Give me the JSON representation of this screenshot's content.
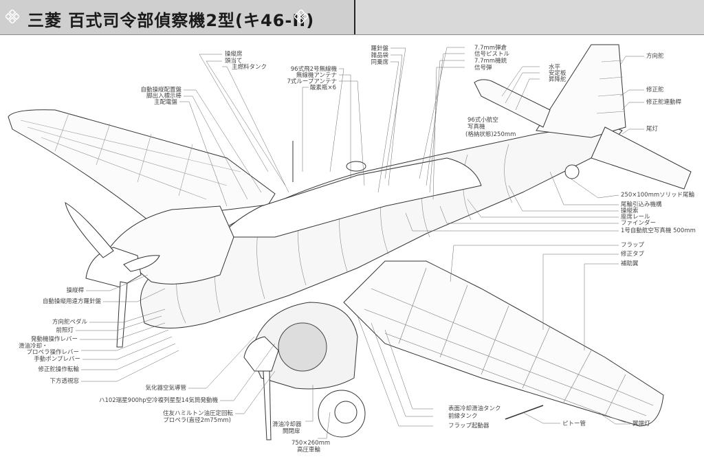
{
  "header": {
    "title": "三菱 百式司令部偵察機2型(キ46-II)",
    "left_ornament": "diamond-cluster",
    "right_ornament": "diamond-cluster"
  },
  "labels": {
    "top": [
      {
        "text": "操縦席"
      },
      {
        "text": "頭当て"
      },
      {
        "text": "主燃料タンク"
      },
      {
        "text": "自動操縦配置盤"
      },
      {
        "text": "脚出入標示棒"
      },
      {
        "text": "主配電盤"
      },
      {
        "text": "羅針盤"
      },
      {
        "text": "雑品袋"
      },
      {
        "text": "同乗席"
      },
      {
        "text": "96式飛2号無線機"
      },
      {
        "text": "無線機アンテナ"
      },
      {
        "text": "7式ループアンテナ"
      },
      {
        "text": "酸素瓶×6"
      },
      {
        "text": "7.7mm弾倉"
      },
      {
        "text": "信号ピストル"
      },
      {
        "text": "7.7mm機銃"
      },
      {
        "text": "信号弾"
      },
      {
        "text": "水平"
      },
      {
        "text": "安定板"
      },
      {
        "text": "昇降舵"
      },
      {
        "text": "96式小航空"
      },
      {
        "text": "写真機"
      },
      {
        "text": "(格納状態)250mm"
      }
    ],
    "right": [
      {
        "text": "方向舵"
      },
      {
        "text": "修正舵"
      },
      {
        "text": "修正舵連動桿"
      },
      {
        "text": "尾灯"
      },
      {
        "text": "250×100mmソリッド尾輪"
      },
      {
        "text": "尾輪引込み機構"
      },
      {
        "text": "操縦索"
      },
      {
        "text": "座席レール"
      },
      {
        "text": "ファインダー"
      },
      {
        "text": "1号自動航空写真機 500mm"
      },
      {
        "text": "フラップ"
      },
      {
        "text": "修正タブ"
      },
      {
        "text": "補助翼"
      }
    ],
    "left": [
      {
        "text": "操縦桿"
      },
      {
        "text": "自動操縦用遠方羅針盤"
      },
      {
        "text": "方向舵ペダル"
      },
      {
        "text": "前照灯"
      },
      {
        "text": "発動機操作レバー"
      },
      {
        "text": "滑油冷却・"
      },
      {
        "text": "プロペラ操作レバー"
      },
      {
        "text": "手動ポンプレバー"
      },
      {
        "text": "修正舵操作転輪"
      },
      {
        "text": "下方透視窓"
      }
    ],
    "bottom": [
      {
        "text": "気化器空気導管"
      },
      {
        "text": "ハ102瑞星900hp空冷複列星型14気筒発動機"
      },
      {
        "text": "住友ハミルトン油圧定回転"
      },
      {
        "text": "プロペラ(直径2m75mm)"
      },
      {
        "text": "滑油冷却器"
      },
      {
        "text": "開閉扉"
      },
      {
        "text": "750×260mm"
      },
      {
        "text": "高圧車輪"
      },
      {
        "text": "表面冷却滑油タンク"
      },
      {
        "text": "前縁タンク"
      },
      {
        "text": "フラップ起動器"
      },
      {
        "text": "ピトー管"
      },
      {
        "text": "翼端灯"
      }
    ]
  }
}
